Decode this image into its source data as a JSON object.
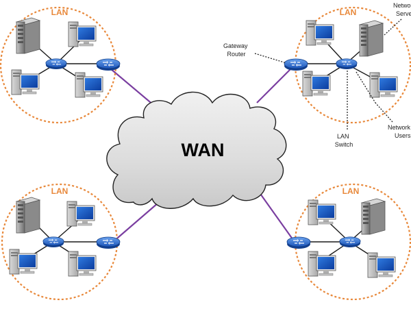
{
  "diagram": {
    "wan_label": "WAN",
    "lan_label": "LAN",
    "annotations": {
      "gateway_router": [
        "Gateway",
        "Router"
      ],
      "lan_switch": [
        "LAN",
        "Switch"
      ],
      "network_server": [
        "Network",
        "Server"
      ],
      "network_users": [
        "Network",
        "Users"
      ]
    }
  },
  "colors": {
    "lan_ring": "#e8883a",
    "lan_label": "#e8883a",
    "wan_link": "#7a3ea0",
    "cloud_fill": "#dedede",
    "cloud_stroke": "#222222",
    "device_blue": "#1f5fc7",
    "lan_wire": "#1a1a1a"
  }
}
